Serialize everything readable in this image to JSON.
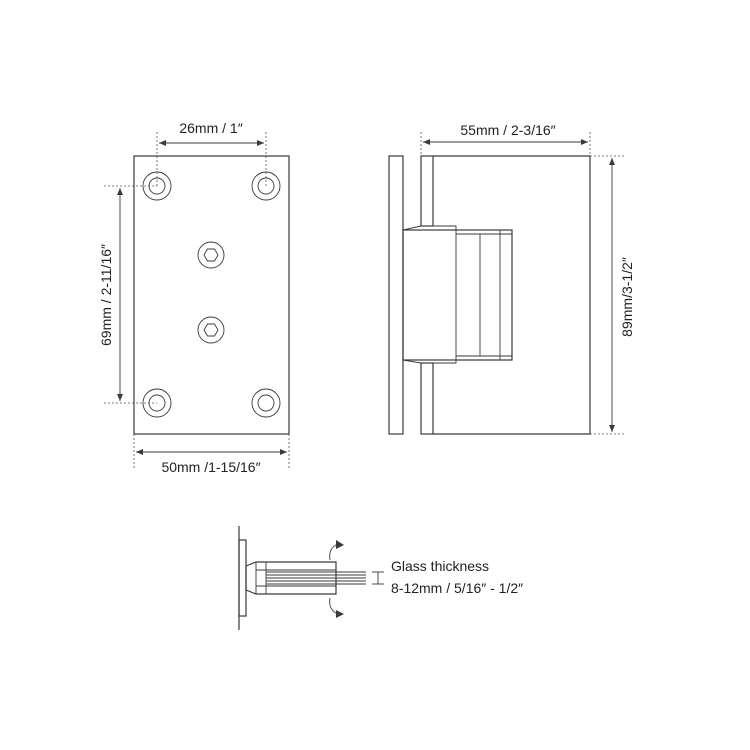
{
  "front_view": {
    "dim_hole_spacing": "26mm / 1″",
    "dim_hole_height": "69mm / 2-11/16″",
    "dim_width": "50mm /1-15/16″"
  },
  "side_view": {
    "dim_depth": "55mm / 2-3/16″",
    "dim_height": "89mm/3-1/2″"
  },
  "glass_detail": {
    "label_line1": "Glass thickness",
    "label_line2": "8-12mm / 5/16″ - 1/2″"
  },
  "colors": {
    "line": "#3a3a3a",
    "background": "#ffffff"
  }
}
